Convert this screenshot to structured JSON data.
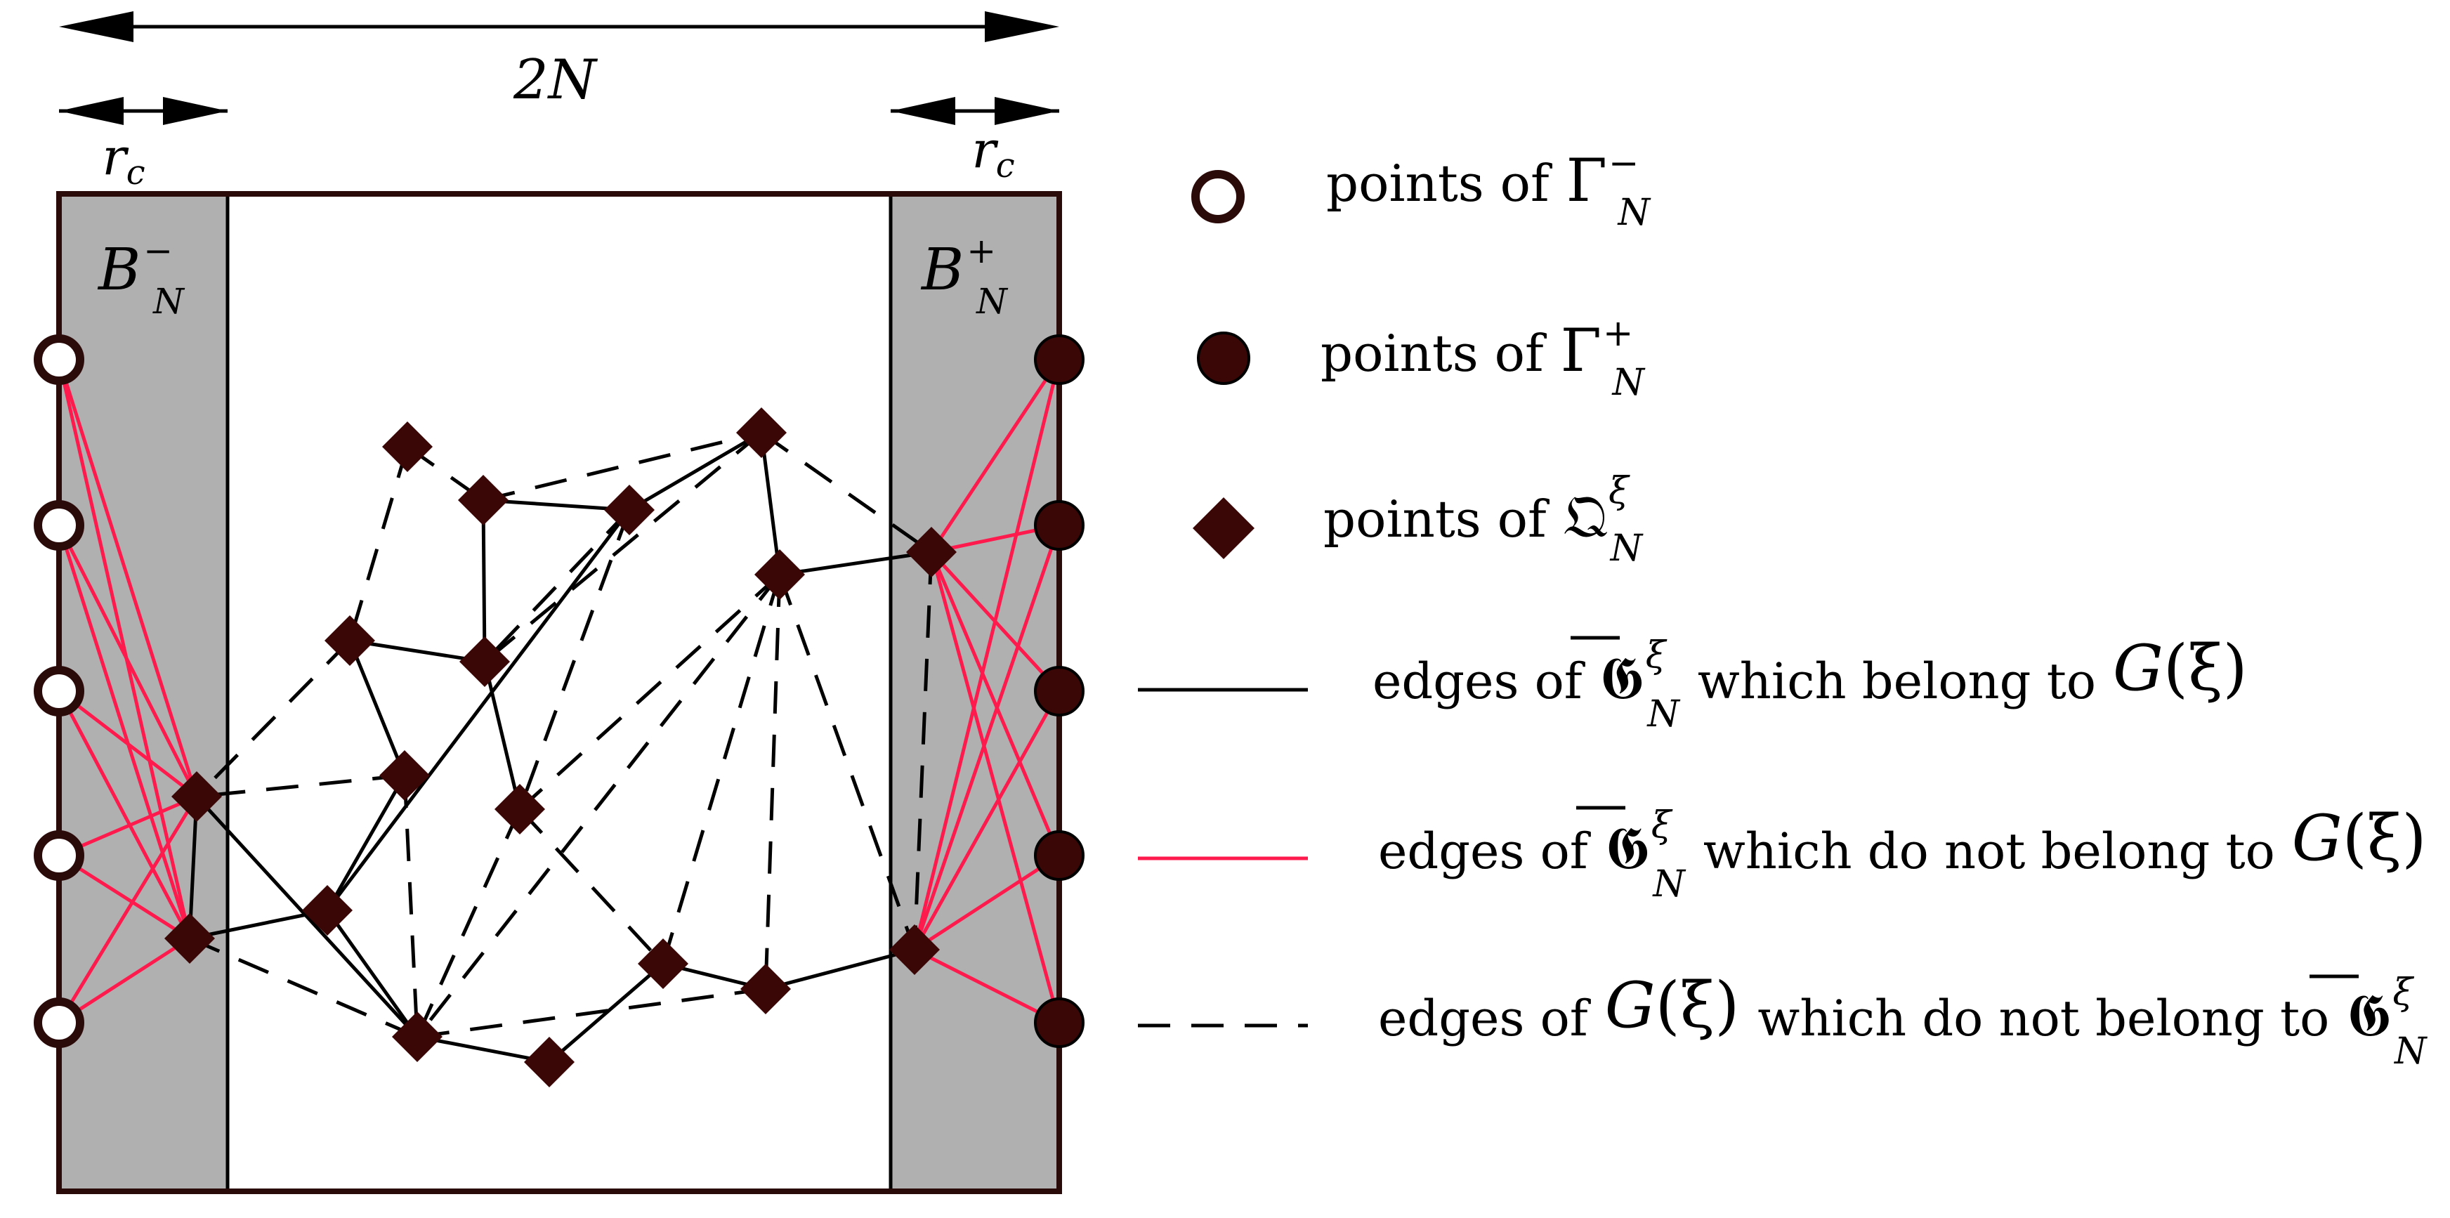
{
  "colors": {
    "outline": "#2b0a0a",
    "node_fill": "#3a0606",
    "shade": "#b0b0b0",
    "red_edge": "#ff1a4d",
    "black_edge": "#000000"
  },
  "dimensions": {
    "width_label": "2N",
    "rc_left": "r",
    "rc_left_sub": "c",
    "rc_right": "r",
    "rc_right_sub": "c"
  },
  "regions": {
    "left_label": "B",
    "left_sup": "−",
    "left_sub": "N",
    "right_label": "B",
    "right_sup": "+",
    "right_sub": "N"
  },
  "legend": {
    "gamma_minus": {
      "text": "points of",
      "sym": "Γ",
      "sup": "−",
      "sub": "N",
      "icon": "open-circle-icon"
    },
    "gamma_plus": {
      "text": "points of",
      "sym": "Γ",
      "sup": "+",
      "sub": "N",
      "icon": "filled-circle-icon"
    },
    "q_points": {
      "text": "points of",
      "sym": "𝔔",
      "sup": "ξ",
      "sub": "N",
      "icon": "diamond-icon"
    },
    "edge_black": {
      "text": "edges of",
      "sym": "𝕲",
      "sup": "ξ",
      "sub": "N",
      "middle": "which belong to",
      "tail_sym": "G",
      "tail_arg": "(ξ)",
      "icon": "solid-black-line-icon"
    },
    "edge_red": {
      "text": "edges of",
      "sym": "𝕲",
      "sup": "ξ",
      "sub": "N",
      "middle": "which do not belong to",
      "tail_sym": "G",
      "tail_arg": "(ξ)",
      "icon": "solid-red-line-icon"
    },
    "edge_dashed": {
      "text": "edges of",
      "sym": "G",
      "arg": "(ξ)",
      "middle": "which do not belong to",
      "tail_sym": "𝕲",
      "tail_sup": "ξ",
      "tail_sub": "N",
      "icon": "dashed-line-icon"
    }
  }
}
